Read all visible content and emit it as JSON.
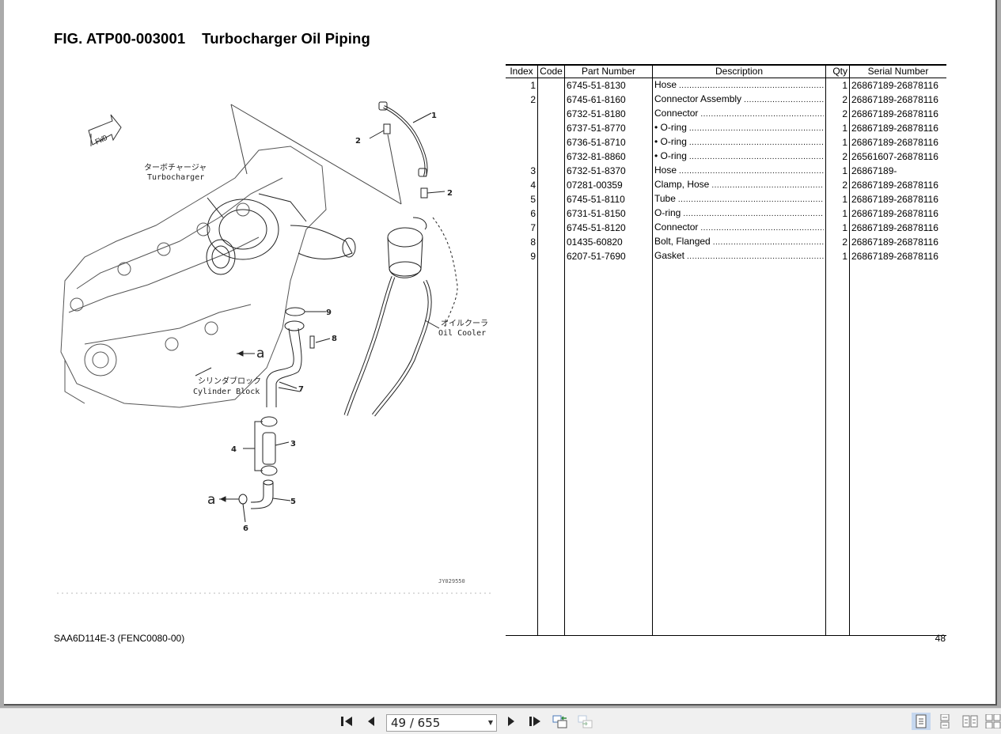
{
  "document": {
    "figure_title": "FIG. ATP00-003001    Turbocharger Oil Piping",
    "footer_left": "SAA6D114E-3 (FENC0080-00)",
    "page_number_printed": "48"
  },
  "drawing": {
    "labels": {
      "turbocharger_jp": "ターボチャージャ",
      "turbocharger_en": "Turbocharger",
      "oil_cooler_jp": "オイルクーラ",
      "oil_cooler_en": "Oil Cooler",
      "cylinder_block_jp": "シリンダブロック",
      "cylinder_block_en": "Cylinder Block",
      "fwd": "FWD",
      "drawing_id": "JY029550",
      "ref_a": "a"
    },
    "callouts": [
      "1",
      "2",
      "2",
      "3",
      "4",
      "5",
      "6",
      "7",
      "8",
      "9"
    ]
  },
  "parts_table": {
    "headers": {
      "index": "Index",
      "code": "Code",
      "part_number": "Part Number",
      "description": "Description",
      "qty": "Qty",
      "serial_number": "Serial Number"
    },
    "rows": [
      {
        "index": "1",
        "code": "",
        "part_number": "6745-51-8130",
        "description": "Hose",
        "qty": "1",
        "serial_number": "26867189-26878116"
      },
      {
        "index": "2",
        "code": "",
        "part_number": "6745-61-8160",
        "description": "Connector Assembly",
        "qty": "2",
        "serial_number": "26867189-26878116"
      },
      {
        "index": "",
        "code": "",
        "part_number": "6732-51-8180",
        "description": "Connector",
        "qty": "2",
        "serial_number": "26867189-26878116"
      },
      {
        "index": "",
        "code": "",
        "part_number": "6737-51-8770",
        "description": "• O-ring",
        "qty": "1",
        "serial_number": "26867189-26878116"
      },
      {
        "index": "",
        "code": "",
        "part_number": "6736-51-8710",
        "description": "• O-ring",
        "qty": "1",
        "serial_number": "26867189-26878116"
      },
      {
        "index": "",
        "code": "",
        "part_number": "6732-81-8860",
        "description": "• O-ring",
        "qty": "2",
        "serial_number": "26561607-26878116"
      },
      {
        "index": "3",
        "code": "",
        "part_number": "6732-51-8370",
        "description": "Hose",
        "qty": "1",
        "serial_number": "26867189-"
      },
      {
        "index": "4",
        "code": "",
        "part_number": "07281-00359",
        "description": "Clamp, Hose",
        "qty": "2",
        "serial_number": "26867189-26878116"
      },
      {
        "index": "5",
        "code": "",
        "part_number": "6745-51-8110",
        "description": "Tube",
        "qty": "1",
        "serial_number": "26867189-26878116"
      },
      {
        "index": "6",
        "code": "",
        "part_number": "6731-51-8150",
        "description": "O-ring",
        "qty": "1",
        "serial_number": "26867189-26878116"
      },
      {
        "index": "7",
        "code": "",
        "part_number": "6745-51-8120",
        "description": "Connector",
        "qty": "1",
        "serial_number": "26867189-26878116"
      },
      {
        "index": "8",
        "code": "",
        "part_number": "01435-60820",
        "description": "Bolt, Flanged",
        "qty": "2",
        "serial_number": "26867189-26878116"
      },
      {
        "index": "9",
        "code": "",
        "part_number": "6207-51-7690",
        "description": "Gasket",
        "qty": "1",
        "serial_number": "26867189-26878116"
      }
    ]
  },
  "toolbar": {
    "page_field_value": "49 / 655",
    "current_page": 49,
    "total_pages": 655,
    "buttons": {
      "first_page": "first-page-icon",
      "previous_page": "previous-page-icon",
      "next_page": "next-page-icon",
      "last_page": "last-page-icon",
      "previous_view": "previous-view-icon",
      "next_view": "next-view-icon"
    },
    "view_modes": [
      "single-page",
      "continuous",
      "facing",
      "continuous-facing"
    ],
    "active_view_mode": "single-page"
  },
  "colors": {
    "viewer_background": "#ababab",
    "toolbar_background": "#f0f0f0",
    "active_view_highlight": "#c5d7ef"
  }
}
